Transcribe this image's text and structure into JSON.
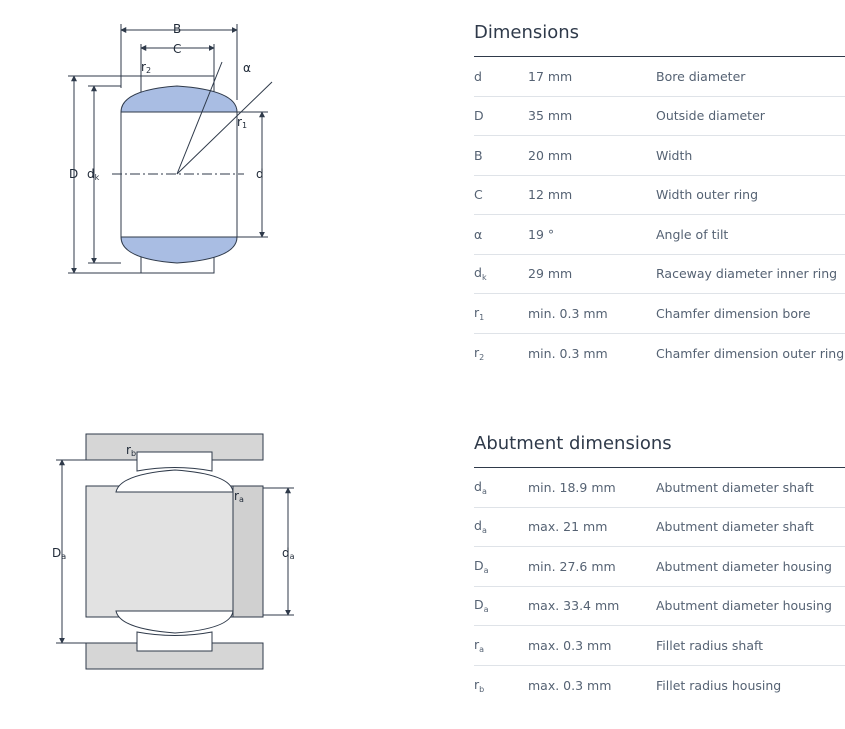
{
  "figure1": {
    "labels": {
      "B": "B",
      "C": "C",
      "r2": "r",
      "r2_sub": "2",
      "alpha": "α",
      "r1": "r",
      "r1_sub": "1",
      "D": "D",
      "dk": "d",
      "dk_sub": "k",
      "d": "d"
    }
  },
  "figure2": {
    "labels": {
      "rb": "r",
      "rb_sub": "b",
      "ra": "r",
      "ra_sub": "a",
      "Da": "D",
      "Da_sub": "a",
      "da": "d",
      "da_sub": "a"
    }
  },
  "dimensions": {
    "title": "Dimensions",
    "rows": [
      {
        "sym": "d",
        "sub": "",
        "value": "17 mm",
        "desc": "Bore diameter"
      },
      {
        "sym": "D",
        "sub": "",
        "value": "35 mm",
        "desc": "Outside diameter"
      },
      {
        "sym": "B",
        "sub": "",
        "value": "20 mm",
        "desc": "Width"
      },
      {
        "sym": "C",
        "sub": "",
        "value": "12 mm",
        "desc": "Width outer ring"
      },
      {
        "sym": "α",
        "sub": "",
        "value": "19 °",
        "desc": "Angle of tilt"
      },
      {
        "sym": "d",
        "sub": "k",
        "value": "29 mm",
        "desc": "Raceway diameter inner ring"
      },
      {
        "sym": "r",
        "sub": "1",
        "value": "min. 0.3 mm",
        "desc": "Chamfer dimension bore"
      },
      {
        "sym": "r",
        "sub": "2",
        "value": "min. 0.3 mm",
        "desc": "Chamfer dimension outer ring"
      }
    ]
  },
  "abutment": {
    "title": "Abutment dimensions",
    "rows": [
      {
        "sym": "d",
        "sub": "a",
        "value": "min. 18.9 mm",
        "desc": "Abutment diameter shaft"
      },
      {
        "sym": "d",
        "sub": "a",
        "value": "max. 21 mm",
        "desc": "Abutment diameter shaft"
      },
      {
        "sym": "D",
        "sub": "a",
        "value": "min. 27.6 mm",
        "desc": "Abutment diameter housing"
      },
      {
        "sym": "D",
        "sub": "a",
        "value": "max. 33.4 mm",
        "desc": "Abutment diameter housing"
      },
      {
        "sym": "r",
        "sub": "a",
        "value": "max. 0.3 mm",
        "desc": "Fillet radius shaft"
      },
      {
        "sym": "r",
        "sub": "b",
        "value": "max. 0.3 mm",
        "desc": "Fillet radius housing"
      }
    ]
  },
  "colors": {
    "ring_fill": "#a9bde3",
    "housing_fill": "#d6d6d6",
    "shaft_fill": "#e2e2e2",
    "line": "#2f3a4a"
  }
}
